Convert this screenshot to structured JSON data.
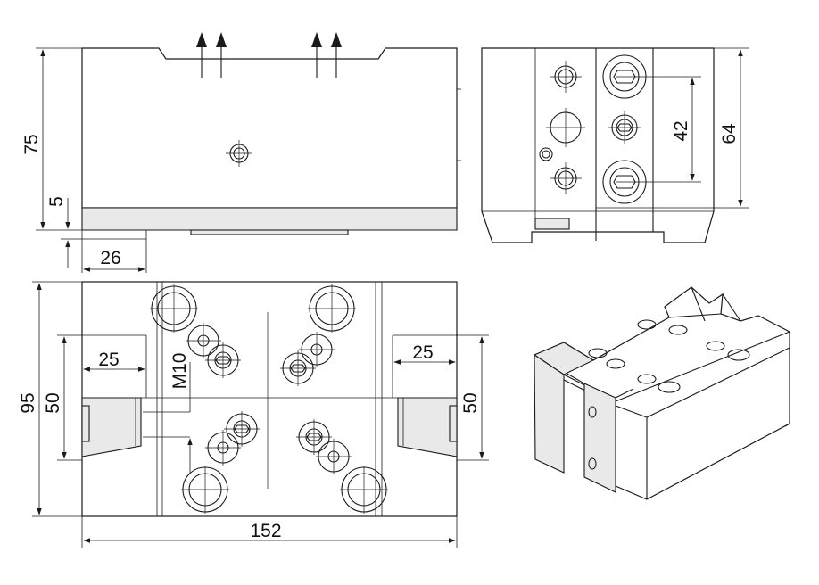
{
  "drawing": {
    "dimensions": {
      "front_height": "75",
      "front_step": "5",
      "front_width_offset": "26",
      "side_spacing": "42",
      "side_height": "64",
      "top_total_height": "95",
      "top_left_width": "25",
      "top_left_height": "50",
      "top_right_width": "25",
      "top_right_height": "50",
      "top_total_width": "152",
      "thread": "M10"
    },
    "colors": {
      "line": "#1a1a1a",
      "shade": "#e9e9e9",
      "background": "#ffffff"
    },
    "arrow_icon": "up-arrow-icon"
  }
}
